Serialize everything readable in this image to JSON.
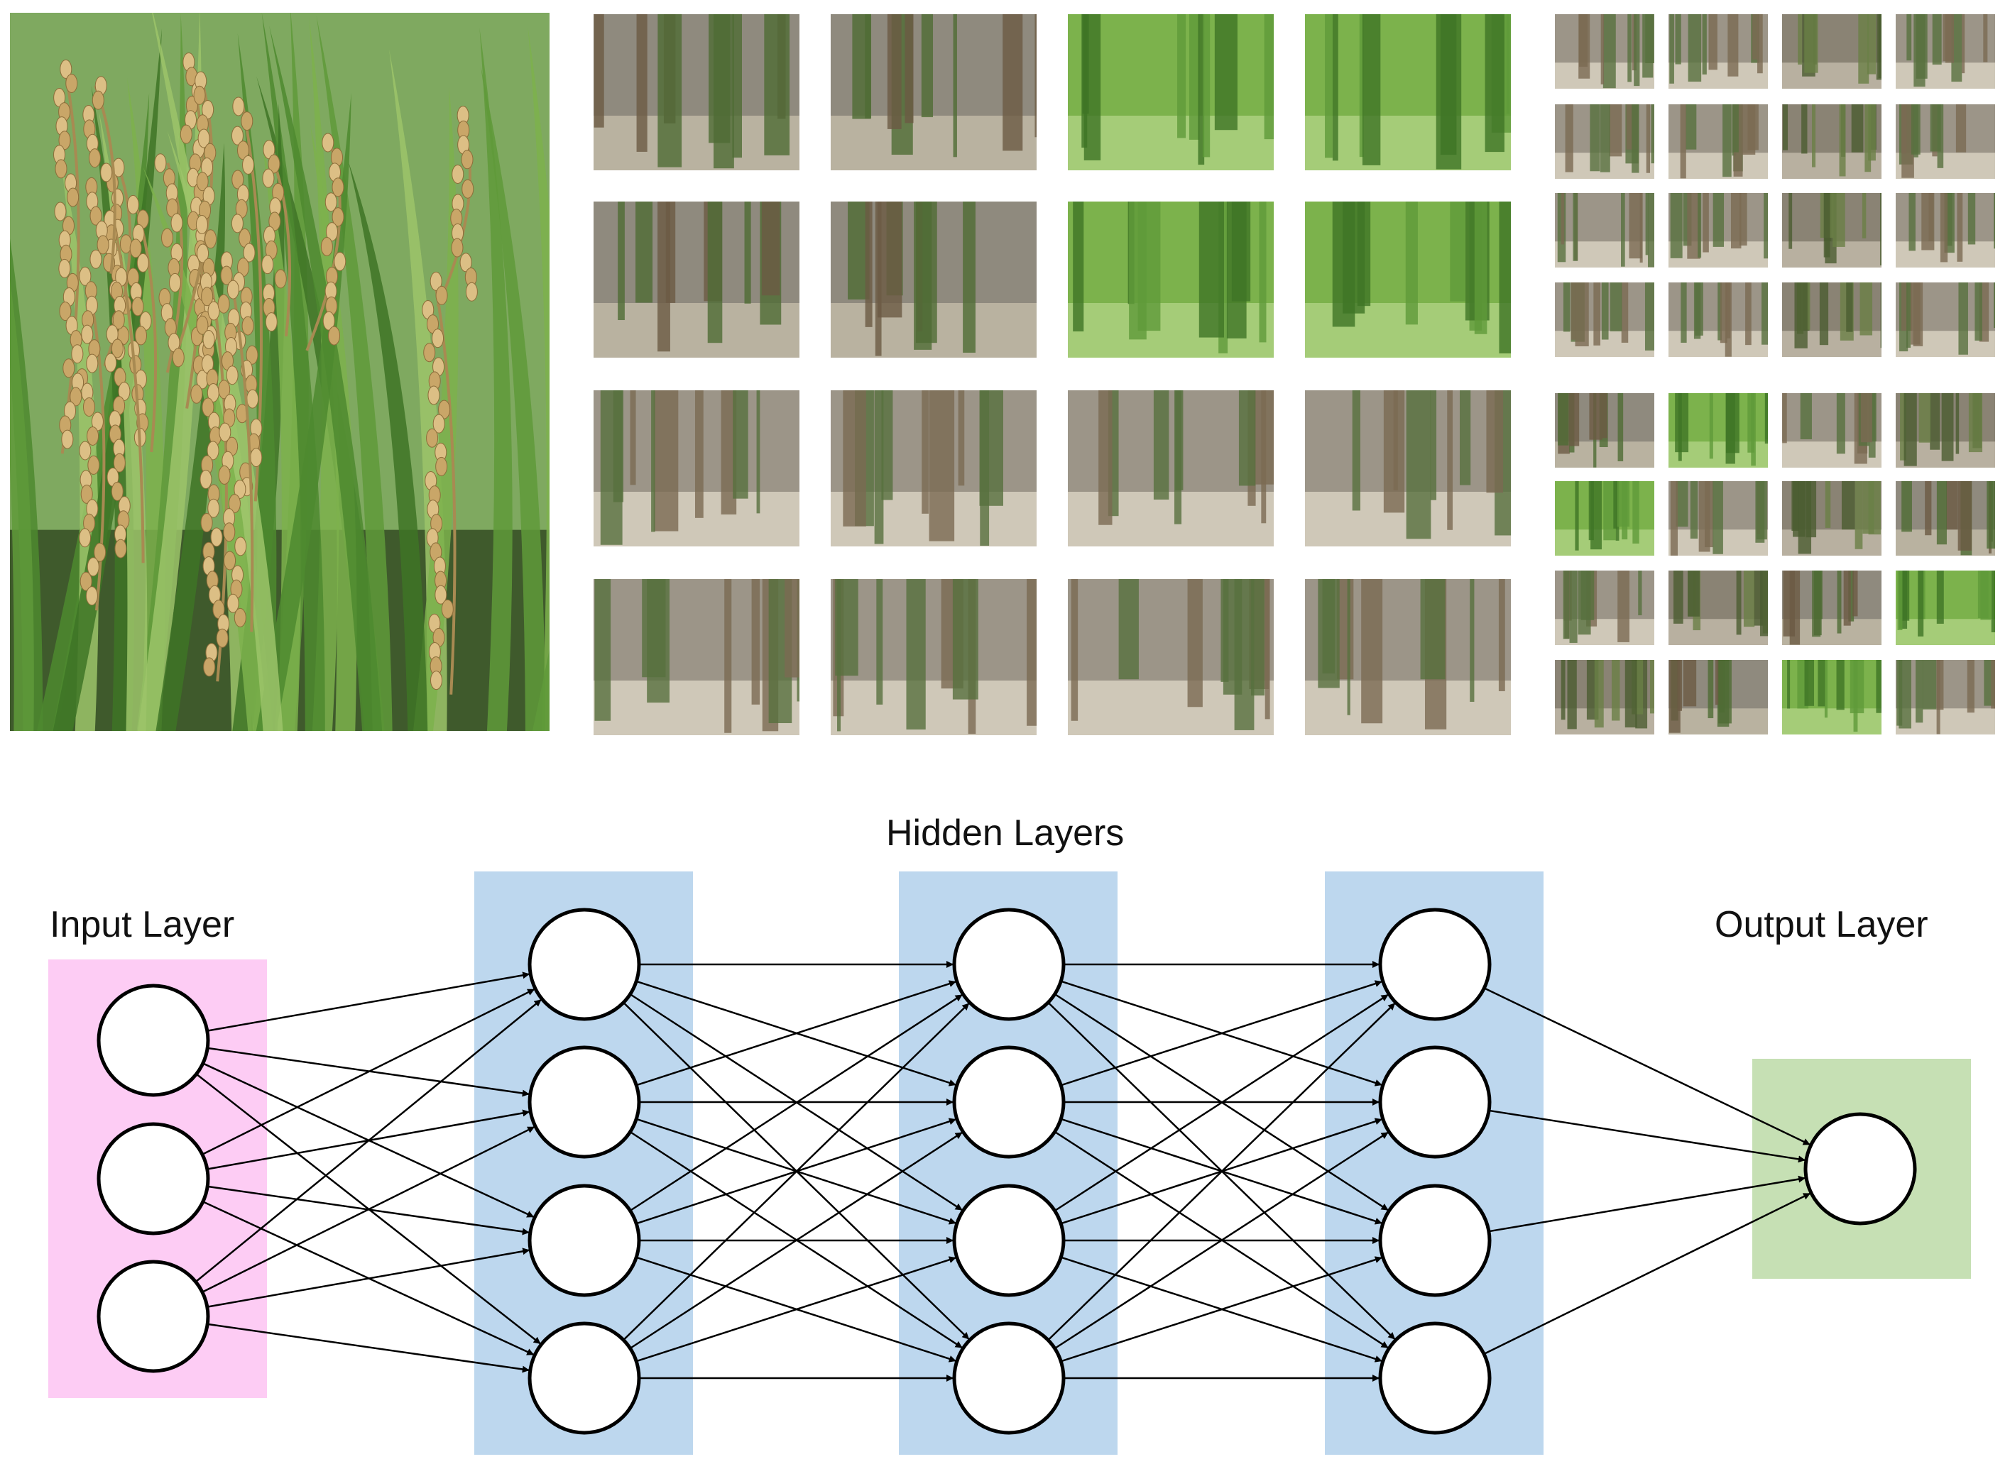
{
  "labels": {
    "input_layer": "Input Layer",
    "hidden_layers": "Hidden Layers",
    "output_layer": "Output Layer"
  },
  "network": {
    "input_nodes": 3,
    "hidden_layers": [
      4,
      4,
      4
    ],
    "output_nodes": 1,
    "connectivity": "fully-connected"
  },
  "photo_panels": {
    "rice_plant_photo": "rice plant with ripe panicles",
    "medium_feature_grid": {
      "rows": 4,
      "cols": 4,
      "subject": "rice stalk patches"
    },
    "small_feature_grid": {
      "rows": 8,
      "cols": 4,
      "subject": "rice stalk patches"
    }
  },
  "colors": {
    "input_band": "#fdccf4",
    "hidden_band": "#bdd7ee",
    "output_band": "#c6e0b4",
    "node_fill": "#ffffff",
    "stroke": "#000000",
    "leaf_green": "#5f9a3a",
    "grain_tan": "#c9a668",
    "stalk_brown": "#6b5a44",
    "soil_gray": "#7d7a78"
  }
}
